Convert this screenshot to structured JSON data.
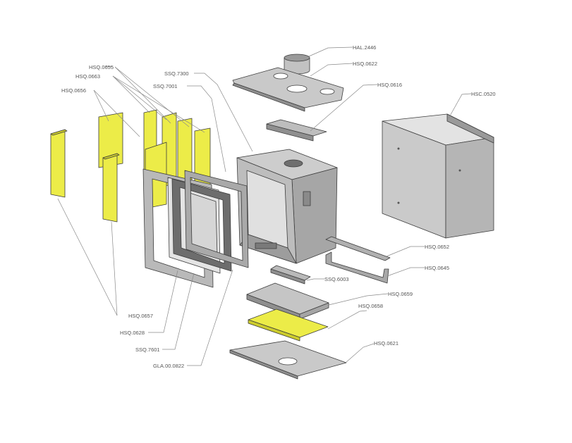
{
  "colors": {
    "insulation": "#ecec48",
    "insulation_shade": "#cccc2c",
    "steel_light": "#d0d0d0",
    "steel_mid": "#b3b3b3",
    "steel_dark": "#8f8f8f",
    "outline": "#3d3d3d",
    "leader_line": "#8a8a8a",
    "label_text": "#555555"
  },
  "labels": {
    "hal_2446": "HAL.2446",
    "hsq_0622": "HSQ.0622",
    "hsq_0616": "HSQ.0616",
    "hsc_0520": "HSC.0520",
    "hsq_0655": "HSQ.0655",
    "hsq_0663": "HSQ.0663",
    "hsq_0656": "HSQ.0656",
    "ssq_7300": "SSQ.7300",
    "ssq_7001": "SSQ.7001",
    "hsq_0652": "HSQ.0652",
    "hsq_0645": "HSQ.0645",
    "ssq_6003": "SSQ.6003",
    "hsq_0659": "HSQ.0659",
    "hsq_0658": "HSQ.0658",
    "hsq_0621": "HSQ.0621",
    "hsq_0657": "HSQ.0657",
    "hsq_0628": "HSQ.0628",
    "ssq_7601": "SSQ.7601",
    "gla_00_0822": "GLA.00.0822"
  }
}
